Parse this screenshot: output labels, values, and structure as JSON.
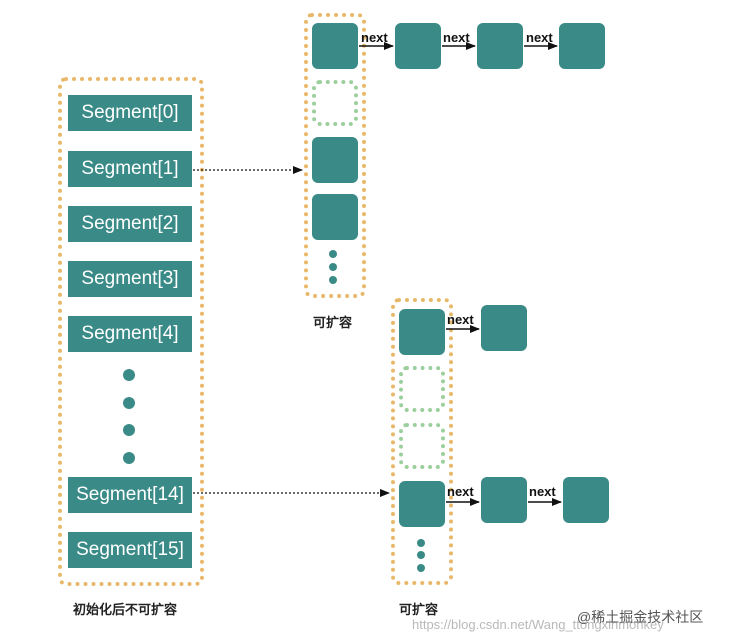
{
  "segments": [
    "Segment[0]",
    "Segment[1]",
    "Segment[2]",
    "Segment[3]",
    "Segment[4]",
    "Segment[14]",
    "Segment[15]"
  ],
  "left_caption": "初始化后不可扩容",
  "table1_caption": "可扩容",
  "table2_caption": "可扩容",
  "next_label": "next",
  "watermark_url": "https://blog.csdn.net/Wang_ttongxinmonkey",
  "watermark_brand": "@稀土掘金技术社区",
  "colors": {
    "node": "#3a8b88",
    "outer_dash": "#e8b86a",
    "empty_dash": "#9bcf9b"
  }
}
